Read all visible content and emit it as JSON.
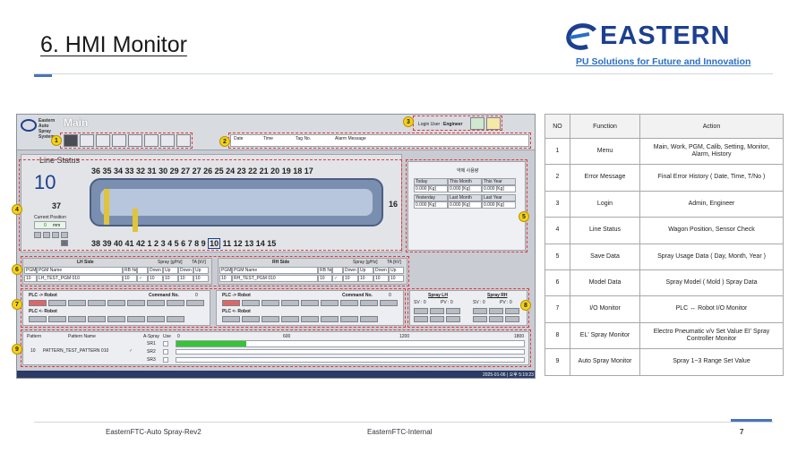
{
  "slide": {
    "title": "6. HMI Monitor",
    "logo_text": "EASTERN",
    "tagline": "PU Solutions for Future and Innovation",
    "footer_left": "EasternFTC-Auto Spray-Rev2",
    "footer_center": "EasternFTC-Internal",
    "page_number": "7"
  },
  "hmi": {
    "brand_lines": [
      "Eastern",
      "Auto",
      "Spray",
      "System"
    ],
    "screen_title": "Main",
    "login_label": "Login User :",
    "login_user": "Engineer",
    "alarm_headers": [
      "Date",
      "Time",
      "Tag No.",
      "Alarm Message"
    ],
    "line_status_title": "Line Status",
    "position_big": "10",
    "position_sub": "37",
    "current_position_label": "Current Position",
    "current_position_value": "0",
    "current_position_unit": "mm",
    "track_top": "36 35 34 33 32 31 30 29 27 27 26 25 24 23 22 21 20 19 18 17",
    "track_bottom_a": "38 39 40 41 42 1 2 3 4 5 6 7 8 9",
    "track_bottom_selected": "10",
    "track_bottom_b": "11 12 13 14 15",
    "track_side": "16",
    "usage": {
      "title": "약제 사용량",
      "headers_1": [
        "Today",
        "This Month",
        "This Year"
      ],
      "values_1": [
        "0.000 [Kg]",
        "0.000 [Kg]",
        "0.000 [Kg]"
      ],
      "headers_2": [
        "Yesterday",
        "Last Month",
        "Last Year"
      ],
      "values_2": [
        "0.000 [Kg]",
        "0.000 [Kg]",
        "0.000 [Kg]"
      ]
    },
    "lh_side": {
      "title": "LH Side",
      "headers": [
        "PGM",
        "PGM Name",
        "RB No",
        "Spray [g/Hz]",
        "TA [kV]"
      ],
      "sub": [
        "Down",
        "Up",
        "Down",
        "Up"
      ],
      "row": [
        "10",
        "LH_TEST_PGM 010",
        "10",
        "10",
        "10",
        "10",
        "10"
      ]
    },
    "rh_side": {
      "title": "RH Side",
      "headers": [
        "PGM",
        "PGM Name",
        "RB No",
        "Spray [g/Hz]",
        "TA [kV]"
      ],
      "sub": [
        "Down",
        "Up",
        "Down",
        "Up"
      ],
      "row": [
        "10",
        "RH_TEST_PGM 010",
        "10",
        "10",
        "10",
        "10",
        "10"
      ]
    },
    "io_left": {
      "to_robot": "PLC -> Robot",
      "from_robot": "PLC <- Robot",
      "command_label": "Command No.",
      "command_value": "0"
    },
    "io_right": {
      "to_robot": "PLC -> Robot",
      "from_robot": "PLC <- Robot",
      "command_label": "Command No.",
      "command_value": "0"
    },
    "spray_lh": {
      "title": "Spray LH",
      "sv_label": "SV :",
      "sv": "0",
      "pv_label": "PV :",
      "pv": "0"
    },
    "spray_rh": {
      "title": "Spray RH",
      "sv_label": "SV :",
      "sv": "0",
      "pv_label": "PV :",
      "pv": "0"
    },
    "pattern": {
      "col_pattern": "Pattern",
      "col_name": "Pattern Name",
      "col_aspray": "A-Spray",
      "col_use": "Use",
      "number": "10",
      "name": "PATTERN_TEST_PATTERN 010",
      "spray_rows": [
        "SR1",
        "SR2",
        "SR3"
      ],
      "scale": [
        "0",
        "600",
        "1200",
        "1800"
      ],
      "progress_fraction": 0.2
    },
    "status_time": "2025-01-06 | 오후 5:19:23"
  },
  "badges": [
    "1",
    "2",
    "3",
    "4",
    "5",
    "6",
    "7",
    "8",
    "9"
  ],
  "table": {
    "headers": [
      "NO",
      "Function",
      "Action"
    ],
    "rows": [
      [
        "1",
        "Menu",
        "Main, Work, PGM, Calib, Setting, Monitor, Alarm, History"
      ],
      [
        "2",
        "Error Message",
        "Final Error History ( Date, Time, T/No )"
      ],
      [
        "3",
        "Login",
        "Admin, Engineer"
      ],
      [
        "4",
        "Line Status",
        "Wagon Position, Sensor Check"
      ],
      [
        "5",
        "Save Data",
        "Spray Usage Data ( Day, Month, Year )"
      ],
      [
        "6",
        "Model Data",
        "Spray Model ( Mold ) Spray Data"
      ],
      [
        "7",
        "I/O Monitor",
        "PLC ↔ Robot I/O Monitor"
      ],
      [
        "8",
        "EL' Spray Monitor",
        "Electro Pneumatic v/v Set Value EI' Spray Controller Monitor"
      ],
      [
        "9",
        "Auto Spray Monitor",
        "Spray 1~3 Range Set Value"
      ]
    ]
  },
  "colors": {
    "brand_blue": "#1d3f8f",
    "accent": "#4a74b8",
    "dash_red": "#e03a3a",
    "badge_yellow": "#f5d21a",
    "progress_green": "#35c435"
  }
}
